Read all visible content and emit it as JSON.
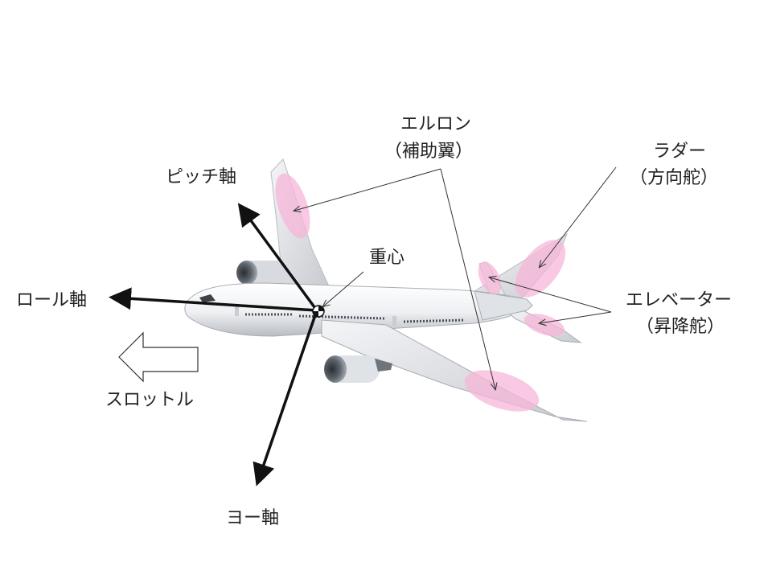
{
  "labels": {
    "pitch_axis": "ピッチ軸",
    "roll_axis": "ロール軸",
    "yaw_axis": "ヨー軸",
    "throttle": "スロットル",
    "center_of_gravity": "重心",
    "aileron": "エルロン",
    "aileron_sub": "（補助翼）",
    "rudder": "ラダー",
    "rudder_sub": "（方向舵）",
    "elevator": "エレベーター",
    "elevator_sub": "（昇降舵）"
  },
  "colors": {
    "highlight": "#f7b6d8",
    "arrow": "#111111",
    "leader": "#333333",
    "fuselage": "#f2f3f5",
    "engine": "#6e747c"
  }
}
